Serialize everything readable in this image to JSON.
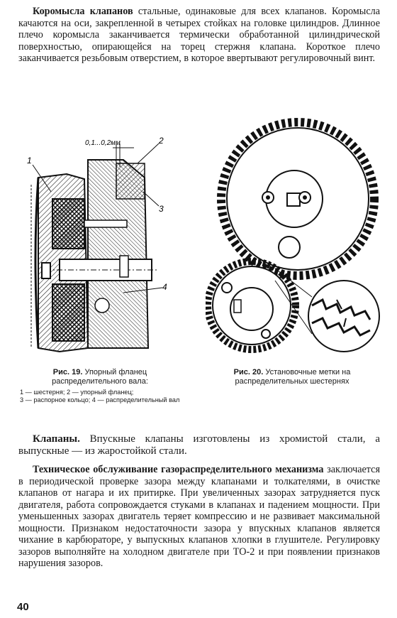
{
  "paragraph_1": {
    "lead": "Коромысла клапанов",
    "text": " стальные, одинаковые для всех клапанов. Коромысла качаются на оси, закрепленной в четырех стойках на головке цилиндров. Длинное плечо коромысла заканчивается термически обработанной цилиндрической поверхностью, опирающейся на торец стержня клапана. Короткое плечо заканчивается резьбовым отверстием, в которое ввертывают регулировочный винт."
  },
  "figure_19": {
    "labels": {
      "gap": "0,1...0,2мм",
      "n1": "1",
      "n2": "2",
      "n3": "3",
      "n4": "4"
    },
    "caption_num": "Рис. 19.",
    "caption_text": " Упорный фланец распределительного вала:",
    "legend": [
      "1 — шестерня; 2 — упорный фланец;",
      "3 — распорное кольцо; 4 — распределительный вал"
    ]
  },
  "figure_20": {
    "caption_num": "Рис. 20.",
    "caption_text": " Установочные метки на распределительных шестернях"
  },
  "paragraph_2": {
    "lead": "Клапаны.",
    "text": " Впускные клапаны изготовлены из хромистой стали, а выпускные — из жаростойкой стали."
  },
  "paragraph_3": {
    "lead": "Техническое обслуживание газораспределительного механизма",
    "text": " заключается в периодической проверке зазора между клапанами и толкателями, в очистке клапанов от нагара и их притирке. При увеличенных зазорах затрудняется пуск двигателя, работа сопровождается стуками в клапанах и падением мощности. При уменьшенных зазорах двигатель теряет компрессию и не развивает максимальной мощности. Признаком недостаточности зазора у впускных клапанов является чихание в карбюраторе, у выпускных клапанов хлопки в глушителе. Регулировку зазоров выполняйте на холодном двигателе при ТО-2 и при появлении признаков нарушения зазоров."
  },
  "page_number": "40"
}
